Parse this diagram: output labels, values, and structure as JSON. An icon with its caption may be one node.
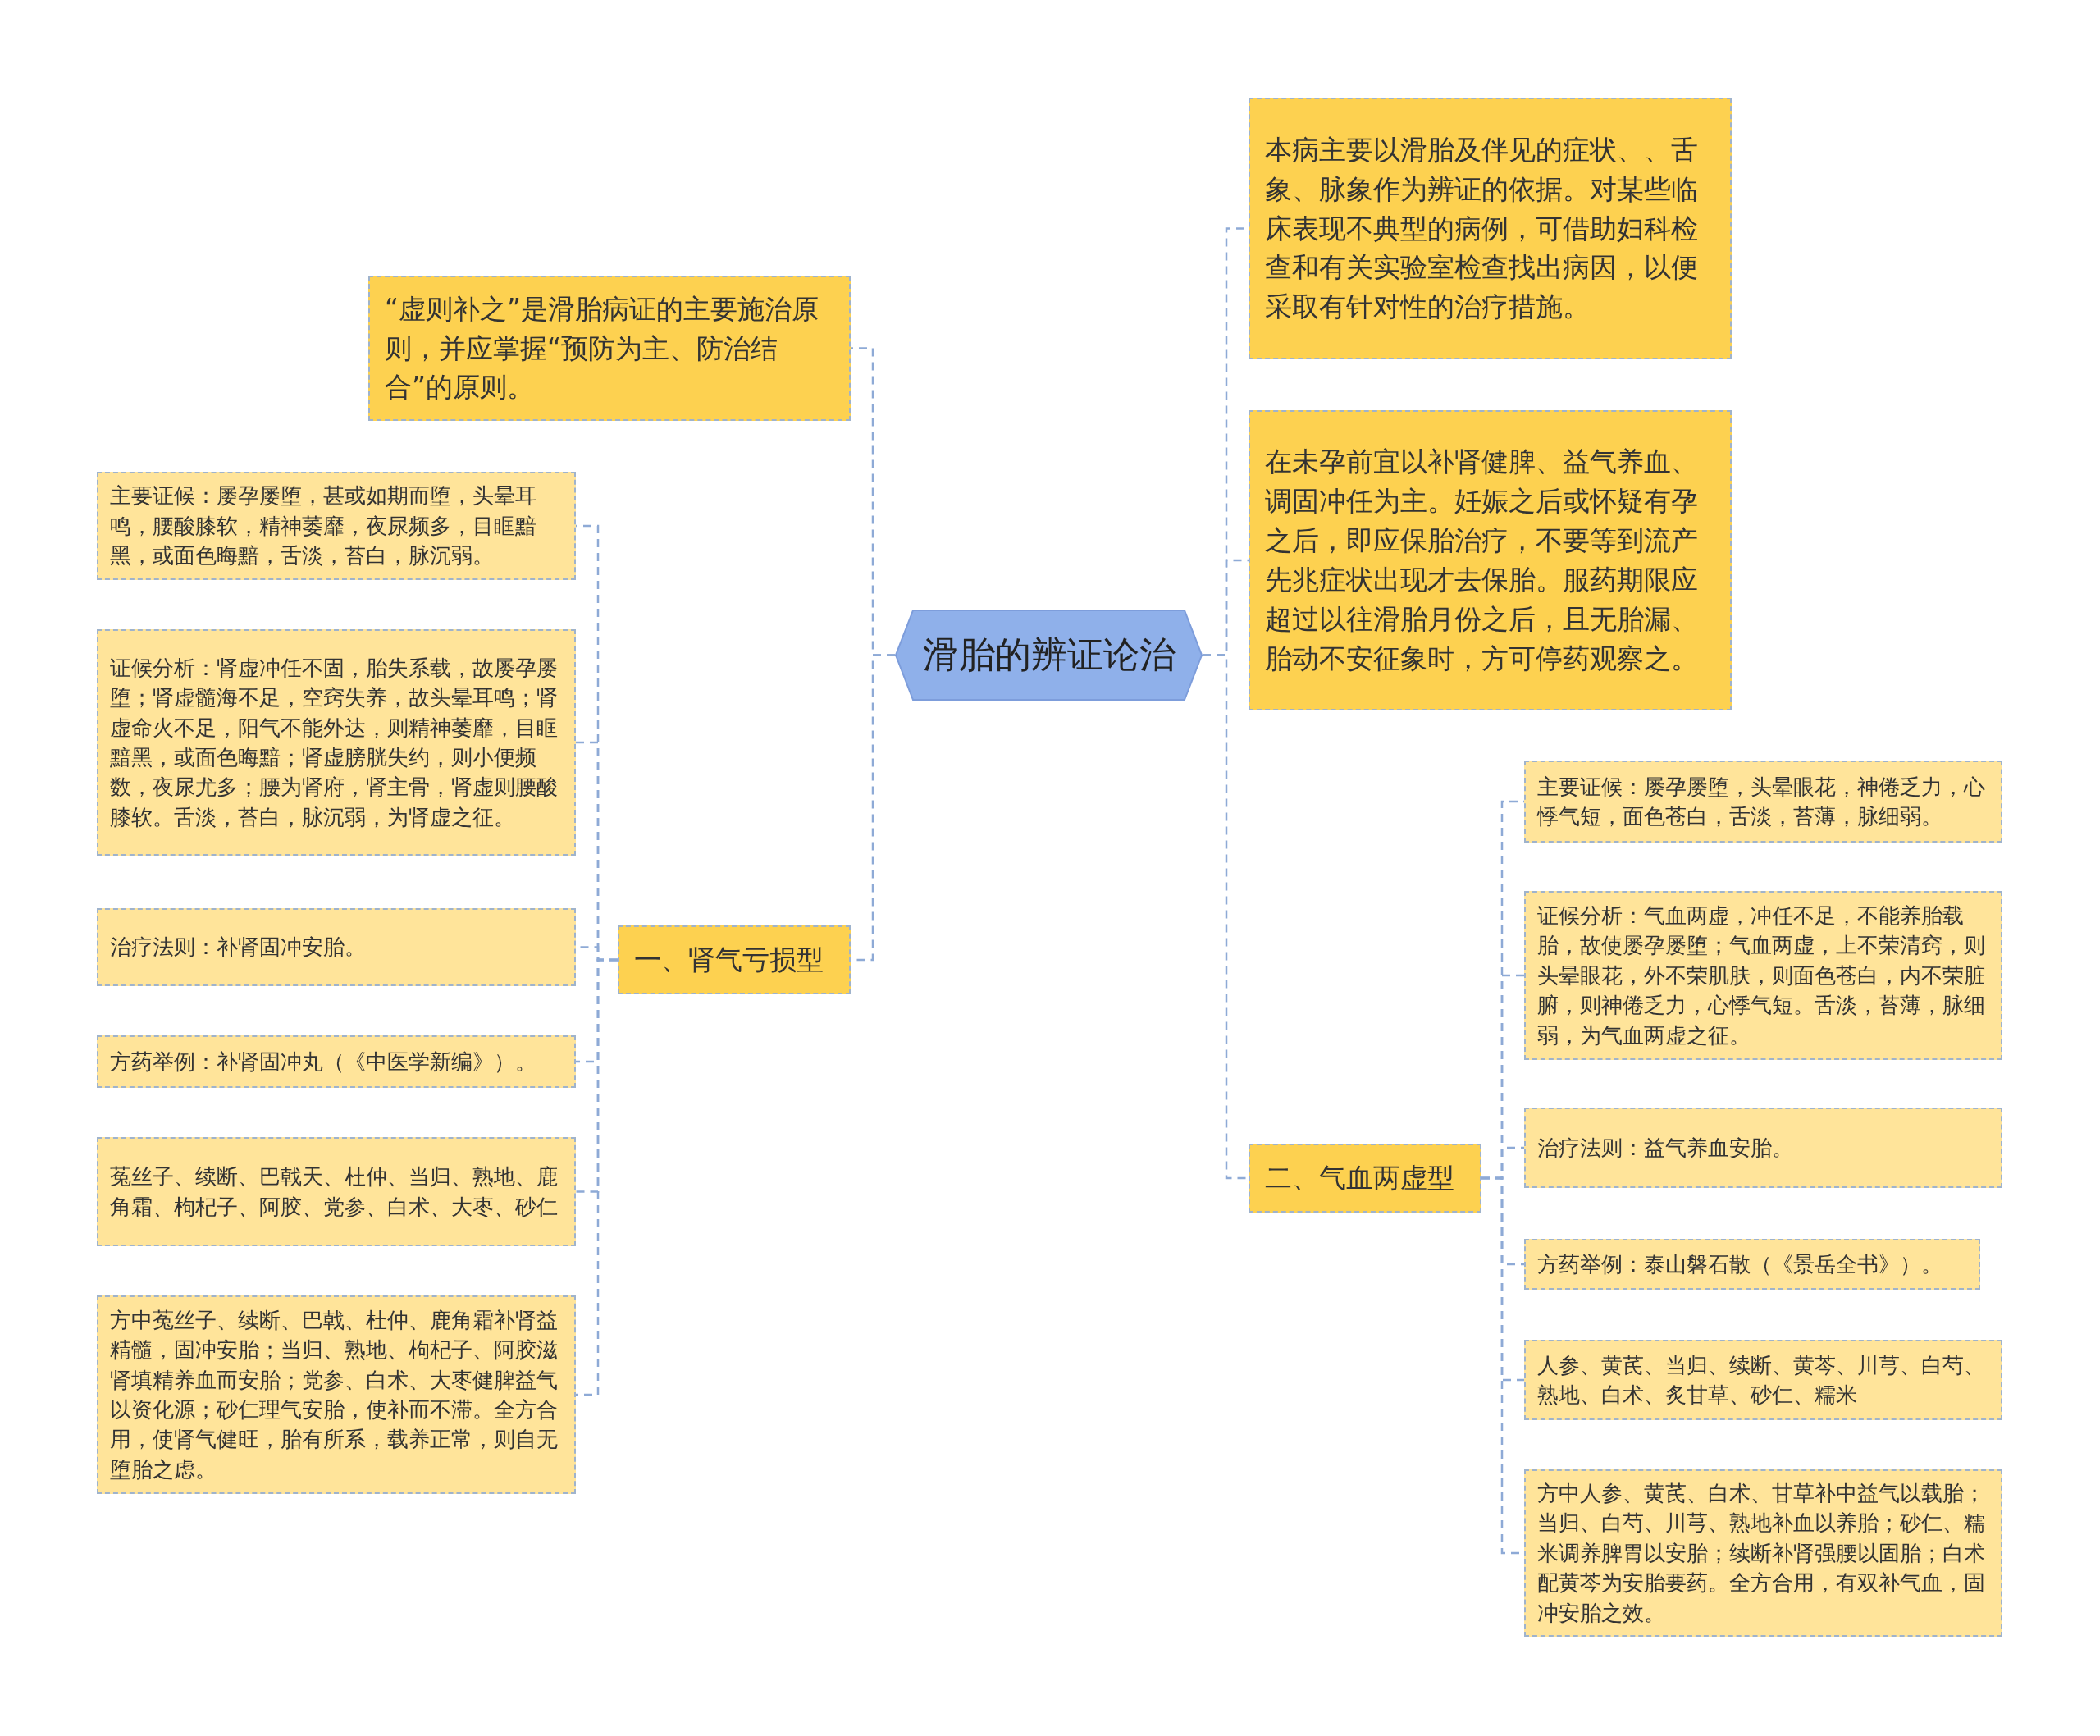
{
  "diagram": {
    "nodes": [
      {
        "text": [
          "滑胎的辨证论治"
        ]
      },
      {
        "text": [
          "“虚则补之”是滑胎病证的主要施治原则，并应掌握“预防为主、防治结合”的原则。"
        ]
      },
      {
        "text": [
          "一、肾气亏损型"
        ]
      },
      {
        "text": [
          "主要证候：屡孕屡堕，甚或如期而堕，头晕耳鸣，腰酸膝软，精神萎靡，夜尿频多，目眶黯黑，或面色晦黯，舌淡，苔白，脉沉弱。"
        ]
      },
      {
        "text": [
          "证候分析：肾虚冲任不固，胎失系载，故屡孕屡堕；肾虚髓海不足，空窍失养，故头晕耳鸣；肾虚命火不足，阳气不能外达，则精神萎靡，目眶黯黑，或面色晦黯；肾虚膀胱失约，则小便频数，夜尿尤多；腰为肾府，肾主骨，肾虚则腰酸膝软。舌淡，苔白，脉沉弱，为肾虚之征。"
        ]
      },
      {
        "text": [
          "治疗法则：补肾固冲安胎。"
        ]
      },
      {
        "text": [
          "方药举例：补肾固冲丸（《中医学新编》）。"
        ]
      },
      {
        "text": [
          "菟丝子、续断、巴戟天、杜仲、当归、熟地、鹿角霜、枸杞子、阿胶、党参、白术、大枣、砂仁"
        ]
      },
      {
        "text": [
          "方中菟丝子、续断、巴戟、杜仲、鹿角霜补肾益精髓，固冲安胎；当归、熟地、枸杞子、阿胶滋肾填精养血而安胎；党参、白术、大枣健脾益气以资化源；砂仁理气安胎，使补而不滞。全方合用，使肾气健旺，胎有所系，载养正常，则自无堕胎之虑。"
        ]
      },
      {
        "text": [
          "本病主要以滑胎及伴见的症状、、舌象、脉象作为辨证的依据。对某些临床表现不典型的病例，可借助妇科检查和有关实验室检查找出病因，以便采取有针对性的治疗措施。"
        ]
      },
      {
        "text": [
          "在未孕前宜以补肾健脾、益气养血、调固冲任为主。妊娠之后或怀疑有孕之后，即应保胎治疗，不要等到流产先兆症状出现才去保胎。服药期限应超过以往滑胎月份之后，且无胎漏、胎动不安征象时，方可停药观察之。"
        ]
      },
      {
        "text": [
          "二、气血两虚型"
        ]
      },
      {
        "text": [
          "主要证候：屡孕屡堕，头晕眼花，神倦乏力，心悸气短，面色苍白，舌淡，苔薄，脉细弱。"
        ]
      },
      {
        "text": [
          "证候分析：气血两虚，冲任不足，不能养胎载胎，故使屡孕屡堕；气血两虚，上不荣清窍，则头晕眼花，外不荣肌肤，则面色苍白，内不荣脏腑，则神倦乏力，心悸气短。舌淡，苔薄，脉细弱，为气血两虚之征。"
        ]
      },
      {
        "text": [
          "治疗法则：益气养血安胎。"
        ]
      },
      {
        "text": [
          "方药举例：泰山磐石散（《景岳全书》）。"
        ]
      },
      {
        "text": [
          "人参、黄芪、当归、续断、黄芩、川芎、白芍、熟地、白术、炙甘草、砂仁、糯米"
        ]
      },
      {
        "text": [
          "方中人参、黄芪、白术、甘草补中益气以载胎；当归、白芍、川芎、熟地补血以养胎；砂仁、糯米调养脾胃以安胎；续断补肾强腰以固胎；白术配黄芩为安胎要药。全方合用，有双补气血，固冲安胎之效。"
        ]
      }
    ],
    "edges": [
      {
        "from": 0,
        "to": 1,
        "arrow": "none",
        "style": "dashed"
      },
      {
        "from": 0,
        "to": 2,
        "arrow": "none",
        "style": "dashed"
      },
      {
        "from": 2,
        "to": 3,
        "arrow": "none",
        "style": "dashed"
      },
      {
        "from": 2,
        "to": 4,
        "arrow": "none",
        "style": "dashed"
      },
      {
        "from": 2,
        "to": 5,
        "arrow": "none",
        "style": "dashed"
      },
      {
        "from": 2,
        "to": 6,
        "arrow": "none",
        "style": "dashed"
      },
      {
        "from": 2,
        "to": 7,
        "arrow": "none",
        "style": "dashed"
      },
      {
        "from": 2,
        "to": 8,
        "arrow": "none",
        "style": "dashed"
      },
      {
        "from": 0,
        "to": 9,
        "arrow": "none",
        "style": "dashed"
      },
      {
        "from": 0,
        "to": 10,
        "arrow": "none",
        "style": "dashed"
      },
      {
        "from": 0,
        "to": 11,
        "arrow": "none",
        "style": "dashed"
      },
      {
        "from": 11,
        "to": 12,
        "arrow": "none",
        "style": "dashed"
      },
      {
        "from": 11,
        "to": 13,
        "arrow": "none",
        "style": "dashed"
      },
      {
        "from": 11,
        "to": 14,
        "arrow": "none",
        "style": "dashed"
      },
      {
        "from": 11,
        "to": 15,
        "arrow": "none",
        "style": "dashed"
      },
      {
        "from": 11,
        "to": 16,
        "arrow": "none",
        "style": "dashed"
      },
      {
        "from": 11,
        "to": 17,
        "arrow": "none",
        "style": "dashed"
      }
    ]
  }
}
